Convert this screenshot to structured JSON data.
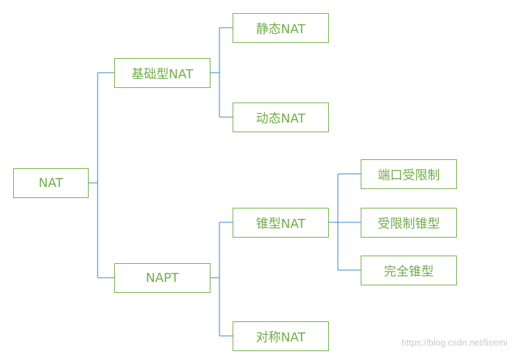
{
  "nodes": {
    "nat": "NAT",
    "basic_nat": "基础型NAT",
    "static_nat": "静态NAT",
    "dynamic_nat": "动态NAT",
    "napt": "NAPT",
    "cone_nat": "锥型NAT",
    "port_restricted": "端口受限制",
    "restricted_cone": "受限制锥型",
    "full_cone": "完全锥型",
    "symmetric_nat": "对称NAT"
  },
  "watermark": "https://blog.csdn.net/lisemi",
  "colors": {
    "node_border": "#70ad47",
    "node_text": "#70ad47",
    "connector": "#5b9bd5"
  }
}
